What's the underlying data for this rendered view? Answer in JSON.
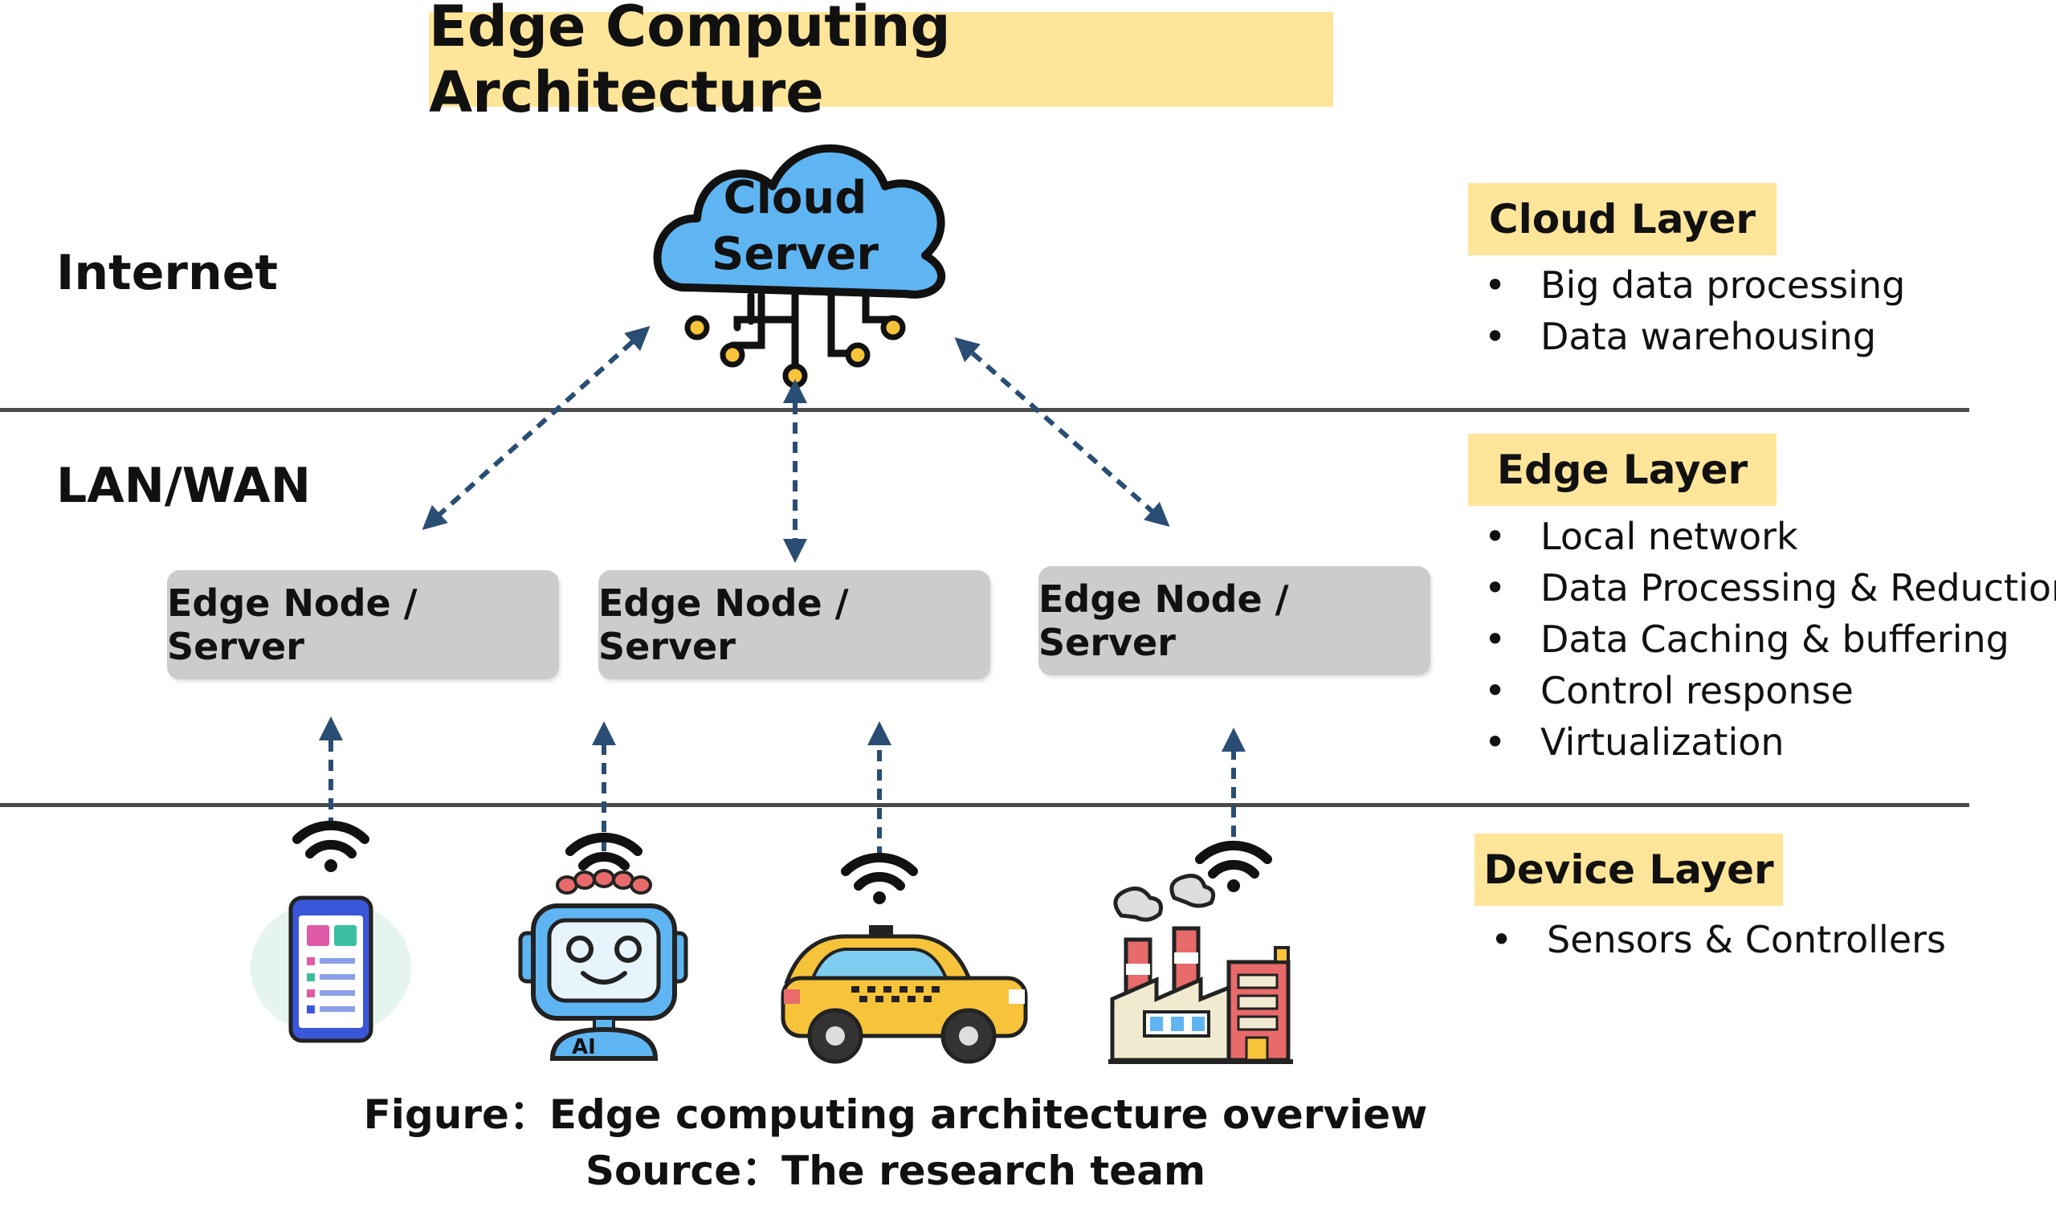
{
  "title": "Edge Computing Architecture",
  "cloud": {
    "line1": "Cloud",
    "line2": "Server"
  },
  "zones": {
    "internet": "Internet",
    "lanwan": "LAN/WAN"
  },
  "edge_nodes": [
    "Edge Node / Server",
    "Edge Node / Server",
    "Edge Node / Server"
  ],
  "layers": {
    "cloud": {
      "title": "Cloud Layer",
      "items": [
        "Big data processing",
        "Data warehousing"
      ]
    },
    "edge": {
      "title": "Edge Layer",
      "items": [
        "Local network",
        "Data Processing & Reduction",
        "Data Caching & buffering",
        "Control response",
        "Virtualization"
      ]
    },
    "device": {
      "title": "Device Layer",
      "items": [
        "Sensors & Controllers"
      ]
    }
  },
  "devices": {
    "robot_label": "AI",
    "icons": [
      "smartphone-icon",
      "ai-robot-icon",
      "taxi-car-icon",
      "factory-icon"
    ]
  },
  "caption": {
    "figure": "Figure：Edge computing architecture overview",
    "source": "Source：The research team"
  },
  "colors": {
    "highlight": "#ffe599",
    "node": "#cccccc",
    "cloud": "#5fb5f2",
    "arrow": "#2a4d73",
    "divider": "#4a4a4a"
  }
}
